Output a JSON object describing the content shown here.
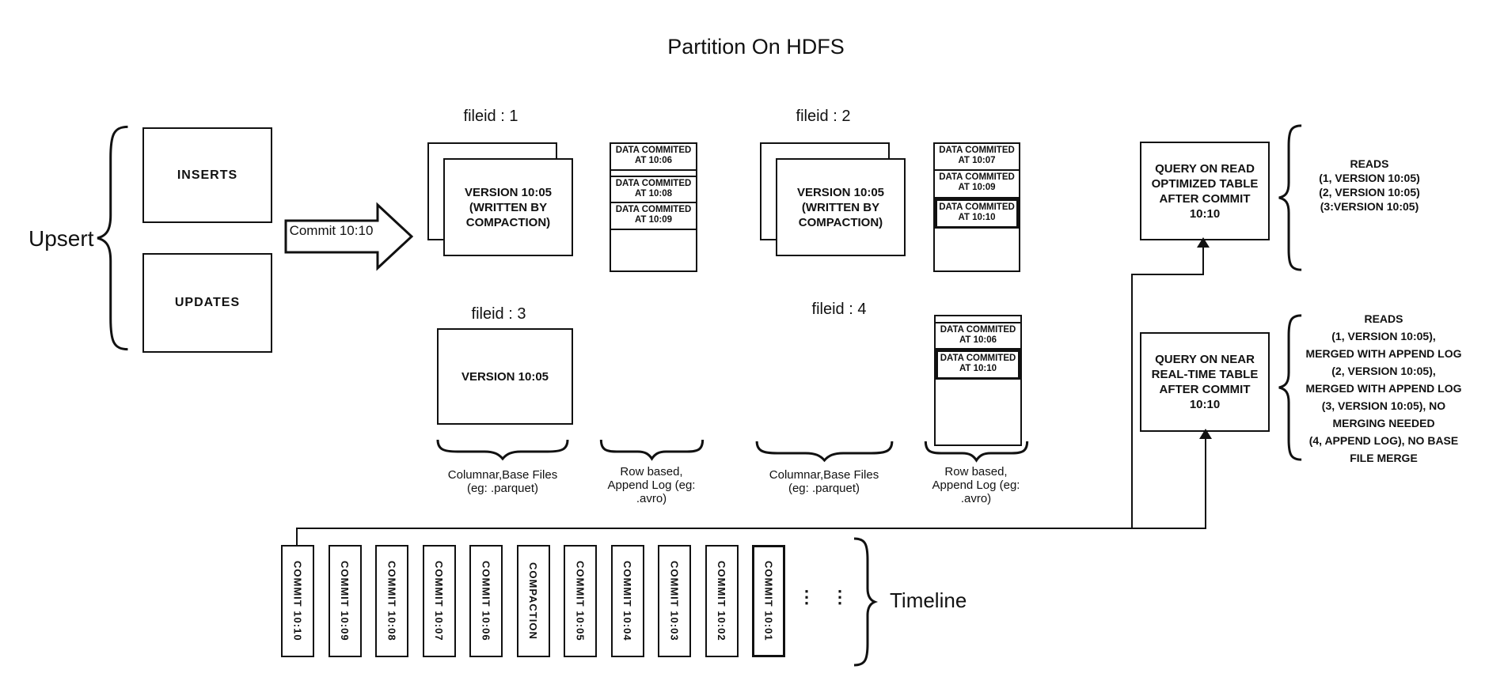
{
  "title": "Partition On HDFS",
  "upsert": {
    "label": "Upsert",
    "inserts": "INSERTS",
    "updates": "UPDATES"
  },
  "commit_arrow_label": "Commit 10:10",
  "file_groups": {
    "f1": {
      "label": "fileid : 1",
      "base_text": "VERSION 10:05\n(WRITTEN BY\nCOMPACTION)"
    },
    "f2": {
      "label": "fileid : 2",
      "base_text": "VERSION 10:05\n(WRITTEN BY\nCOMPACTION)"
    },
    "f3": {
      "label": "fileid : 3",
      "base_text": "VERSION 10:05"
    },
    "f4": {
      "label": "fileid : 4"
    }
  },
  "logs": {
    "log1": {
      "cells": [
        "DATA COMMITED\nAT 10:06",
        "DATA COMMITED\nAT 10:08",
        "DATA COMMITED\nAT 10:09"
      ]
    },
    "log2": {
      "cells": [
        "DATA COMMITED\nAT 10:07",
        "DATA COMMITED\nAT 10:09",
        "DATA COMMITED\nAT 10:10"
      ]
    },
    "log4": {
      "cells": [
        "DATA COMMITED\nAT 10:06",
        "DATA COMMITED\nAT 10:10"
      ]
    }
  },
  "brace_labels": {
    "columnar": "Columnar,Base Files\n(eg: .parquet)",
    "row_based": "Row based,\nAppend Log  (eg:\n.avro)"
  },
  "queries": {
    "read_optimized": {
      "box": "QUERY ON READ\nOPTIMIZED TABLE\nAFTER COMMIT\n10:10",
      "reads": "READS\n(1, VERSION 10:05)\n(2, VERSION 10:05)\n(3:VERSION 10:05)"
    },
    "near_realtime": {
      "box": "QUERY ON NEAR\nREAL-TIME TABLE\nAFTER COMMIT\n10:10",
      "reads": "READS\n(1, VERSION 10:05),\nMERGED WITH APPEND LOG\n(2, VERSION 10:05),\nMERGED WITH APPEND LOG\n(3, VERSION 10:05), NO\nMERGING NEEDED\n(4, APPEND LOG), NO BASE\nFILE MERGE"
    }
  },
  "timeline": {
    "label": "Timeline",
    "ellipsis": "⋮",
    "items": [
      "COMMIT 10:10",
      "COMMIT 10:09",
      "COMMIT 10:08",
      "COMMIT 10:07",
      "COMMIT 10:06",
      "COMPACTION",
      "COMMIT 10:05",
      "COMMIT 10:04",
      "COMMIT 10:03",
      "COMMIT 10:02",
      "COMMIT 10:01"
    ]
  },
  "colors": {
    "ink": "#111111",
    "background": "#ffffff"
  }
}
